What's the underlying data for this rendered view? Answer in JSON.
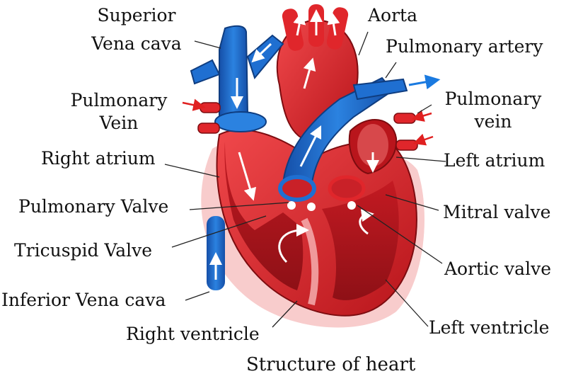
{
  "diagram": {
    "caption": "Structure of heart",
    "labels": {
      "superior_vena_cava": [
        "Superior",
        "Vena cava"
      ],
      "aorta": "Aorta",
      "pulmonary_artery": "Pulmonary artery",
      "pulmonary_vein_left": [
        "Pulmonary",
        "Vein"
      ],
      "pulmonary_vein_right": [
        "Pulmonary",
        "vein"
      ],
      "right_atrium": "Right atrium",
      "left_atrium": "Left atrium",
      "pulmonary_valve": "Pulmonary Valve",
      "mitral_valve": "Mitral valve",
      "tricuspid_valve": "Tricuspid Valve",
      "aortic_valve": "Aortic valve",
      "inferior_vena_cava": "Inferior Vena cava",
      "right_ventricle": "Right ventricle",
      "left_ventricle": "Left ventricle"
    },
    "colors": {
      "oxygenated_red": "#e0262b",
      "dark_red": "#a4161c",
      "deoxygenated_blue": "#1f6fd1",
      "dark_blue": "#124a9a",
      "pericardium_pink": "#f8c8c8",
      "arrow_white": "#ffffff",
      "flow_arrow_red": "#e02020",
      "flow_arrow_blue": "#1a7ae0"
    }
  }
}
